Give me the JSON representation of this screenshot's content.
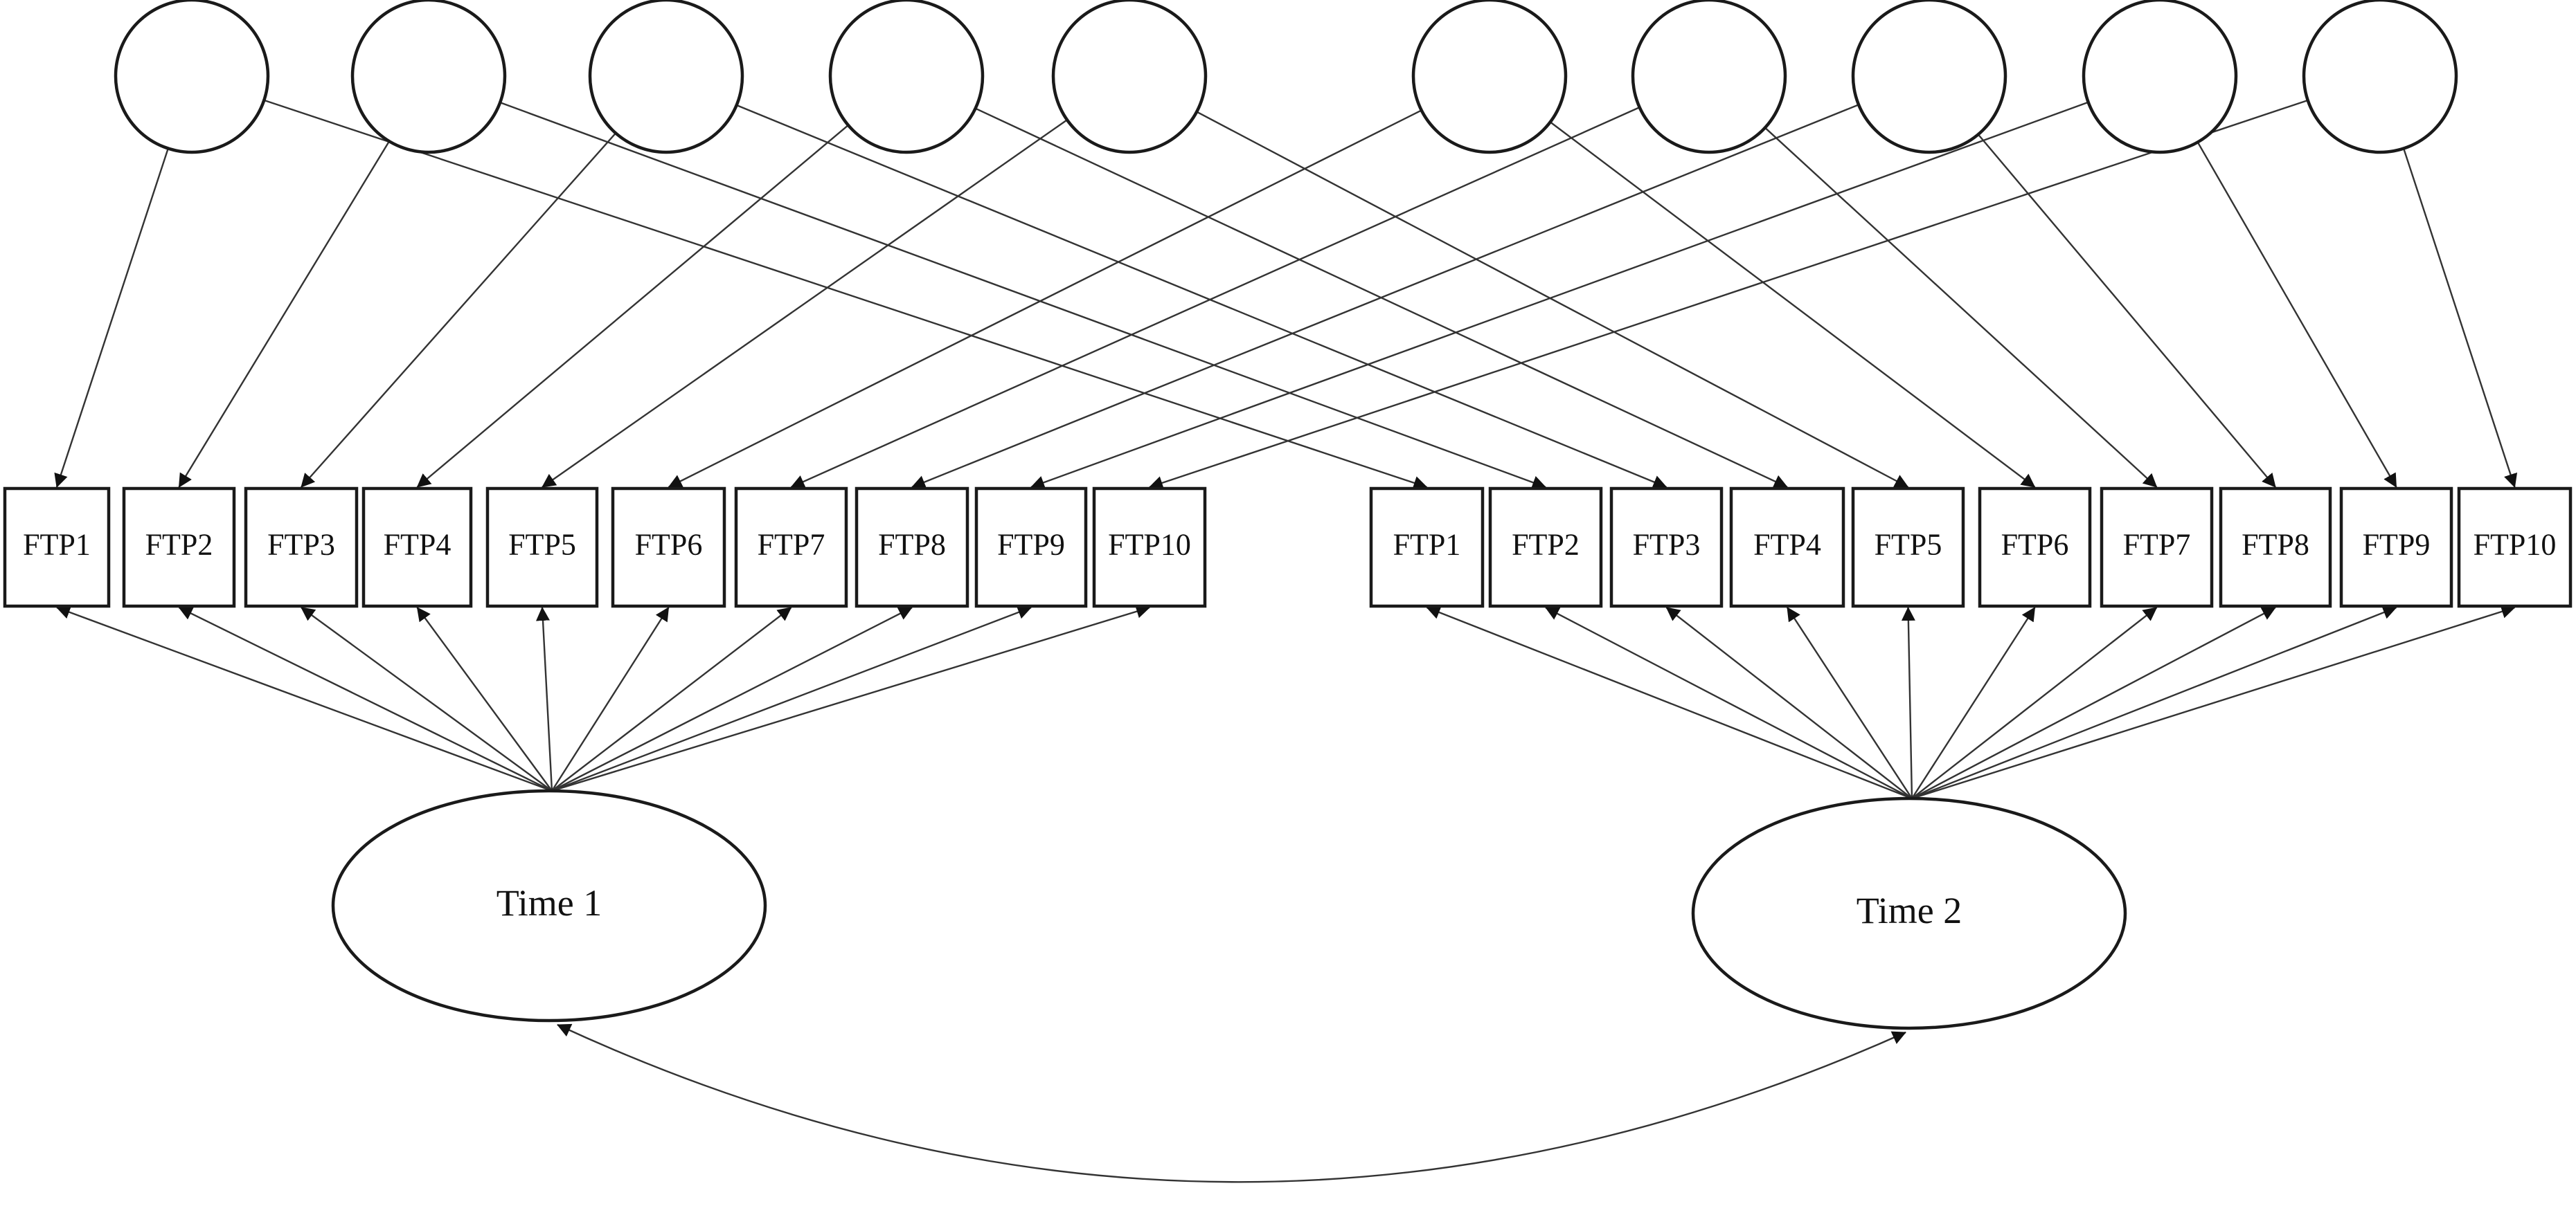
{
  "diagram": {
    "indicators_time1": [
      "FTP1",
      "FTP2",
      "FTP3",
      "FTP4",
      "FTP5",
      "FTP6",
      "FTP7",
      "FTP8",
      "FTP9",
      "FTP10"
    ],
    "indicators_time2": [
      "FTP1",
      "FTP2",
      "FTP3",
      "FTP4",
      "FTP5",
      "FTP6",
      "FTP7",
      "FTP8",
      "FTP9",
      "FTP10"
    ],
    "latent_factors": {
      "time1": "Time 1",
      "time2": "Time 2"
    },
    "error_terms_count": 10,
    "error_links": [
      {
        "error": 1,
        "to": [
          "time1",
          1
        ]
      },
      {
        "error": 1,
        "to": [
          "time2",
          1
        ]
      },
      {
        "error": 2,
        "to": [
          "time1",
          2
        ]
      },
      {
        "error": 2,
        "to": [
          "time2",
          2
        ]
      },
      {
        "error": 3,
        "to": [
          "time1",
          3
        ]
      },
      {
        "error": 3,
        "to": [
          "time2",
          3
        ]
      },
      {
        "error": 4,
        "to": [
          "time1",
          4
        ]
      },
      {
        "error": 4,
        "to": [
          "time2",
          4
        ]
      },
      {
        "error": 5,
        "to": [
          "time1",
          5
        ]
      },
      {
        "error": 5,
        "to": [
          "time2",
          5
        ]
      },
      {
        "error": 6,
        "to": [
          "time1",
          6
        ]
      },
      {
        "error": 6,
        "to": [
          "time2",
          6
        ]
      },
      {
        "error": 7,
        "to": [
          "time1",
          7
        ]
      },
      {
        "error": 7,
        "to": [
          "time2",
          7
        ]
      },
      {
        "error": 8,
        "to": [
          "time1",
          8
        ]
      },
      {
        "error": 8,
        "to": [
          "time2",
          8
        ]
      },
      {
        "error": 9,
        "to": [
          "time1",
          9
        ]
      },
      {
        "error": 9,
        "to": [
          "time2",
          9
        ]
      },
      {
        "error": 10,
        "to": [
          "time1",
          10
        ]
      },
      {
        "error": 10,
        "to": [
          "time2",
          10
        ]
      }
    ],
    "covariance": [
      "time1",
      "time2"
    ]
  }
}
